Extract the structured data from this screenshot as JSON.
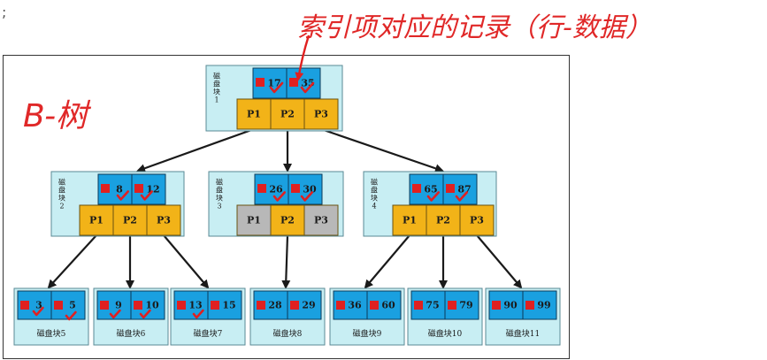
{
  "header": {
    "top_left": ";",
    "caption": "索引项对应的记录（行-数据）"
  },
  "diagram": {
    "title": "B-树",
    "colors": {
      "block_bg": "#c8eef3",
      "key_fill": "#1aa0e0",
      "pointer_fill": "#f2b318",
      "pointer_null_fill": "#b8b8b8",
      "marker": "#e02020",
      "check": "#e02020",
      "edge": "#1a1a1a"
    },
    "root": {
      "label": "磁盘块1",
      "keys": [
        "17",
        "35"
      ],
      "pointers": [
        "P1",
        "P2",
        "P3"
      ]
    },
    "level2": [
      {
        "label": "磁盘块2",
        "keys": [
          "8",
          "12"
        ],
        "pointers": [
          "P1",
          "P2",
          "P3"
        ]
      },
      {
        "label": "磁盘块3",
        "keys": [
          "26",
          "30"
        ],
        "pointers": [
          "P1",
          "P2",
          "P3"
        ]
      },
      {
        "label": "磁盘块4",
        "keys": [
          "65",
          "87"
        ],
        "pointers": [
          "P1",
          "P2",
          "P3"
        ]
      }
    ],
    "leaves": [
      {
        "label": "磁盘块5",
        "keys": [
          "3",
          "5"
        ]
      },
      {
        "label": "磁盘块6",
        "keys": [
          "9",
          "10"
        ]
      },
      {
        "label": "磁盘块7",
        "keys": [
          "13",
          "15"
        ]
      },
      {
        "label": "磁盘块8",
        "keys": [
          "28",
          "29"
        ]
      },
      {
        "label": "磁盘块9",
        "keys": [
          "36",
          "60"
        ]
      },
      {
        "label": "磁盘块10",
        "keys": [
          "75",
          "79"
        ]
      },
      {
        "label": "磁盘块11",
        "keys": [
          "90",
          "99"
        ]
      }
    ]
  }
}
